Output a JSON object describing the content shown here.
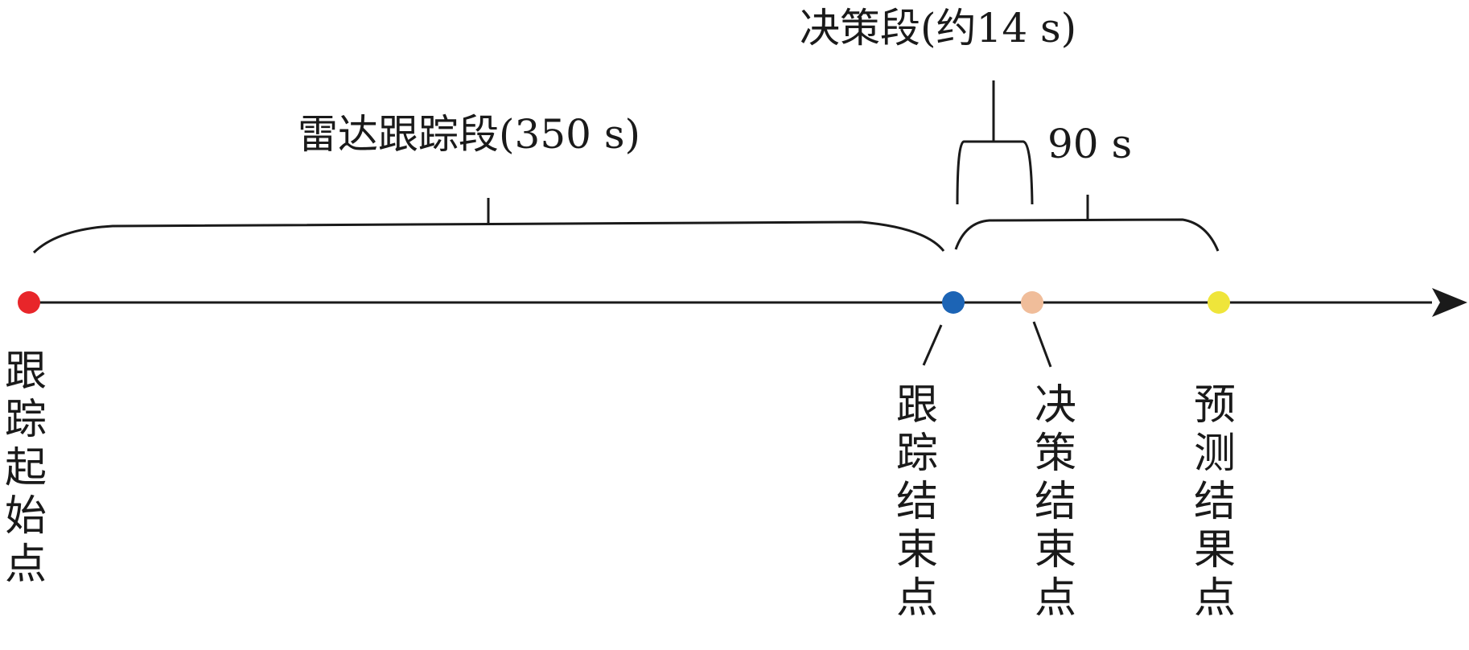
{
  "segments": {
    "radar_tracking": "雷达跟踪段(350 s)",
    "decision": "决策段(约14 s)",
    "prediction": "90 s"
  },
  "points": [
    {
      "id": "track-start",
      "label": "跟踪起始点",
      "color": "#e8262a"
    },
    {
      "id": "track-end",
      "label": "跟踪结束点",
      "color": "#1c64b5"
    },
    {
      "id": "decision-end",
      "label": "决策结束点",
      "color": "#f0bd9a"
    },
    {
      "id": "prediction-end",
      "label": "预测结果点",
      "color": "#efe53a"
    }
  ],
  "colors": {
    "line": "#1a1a1a"
  }
}
